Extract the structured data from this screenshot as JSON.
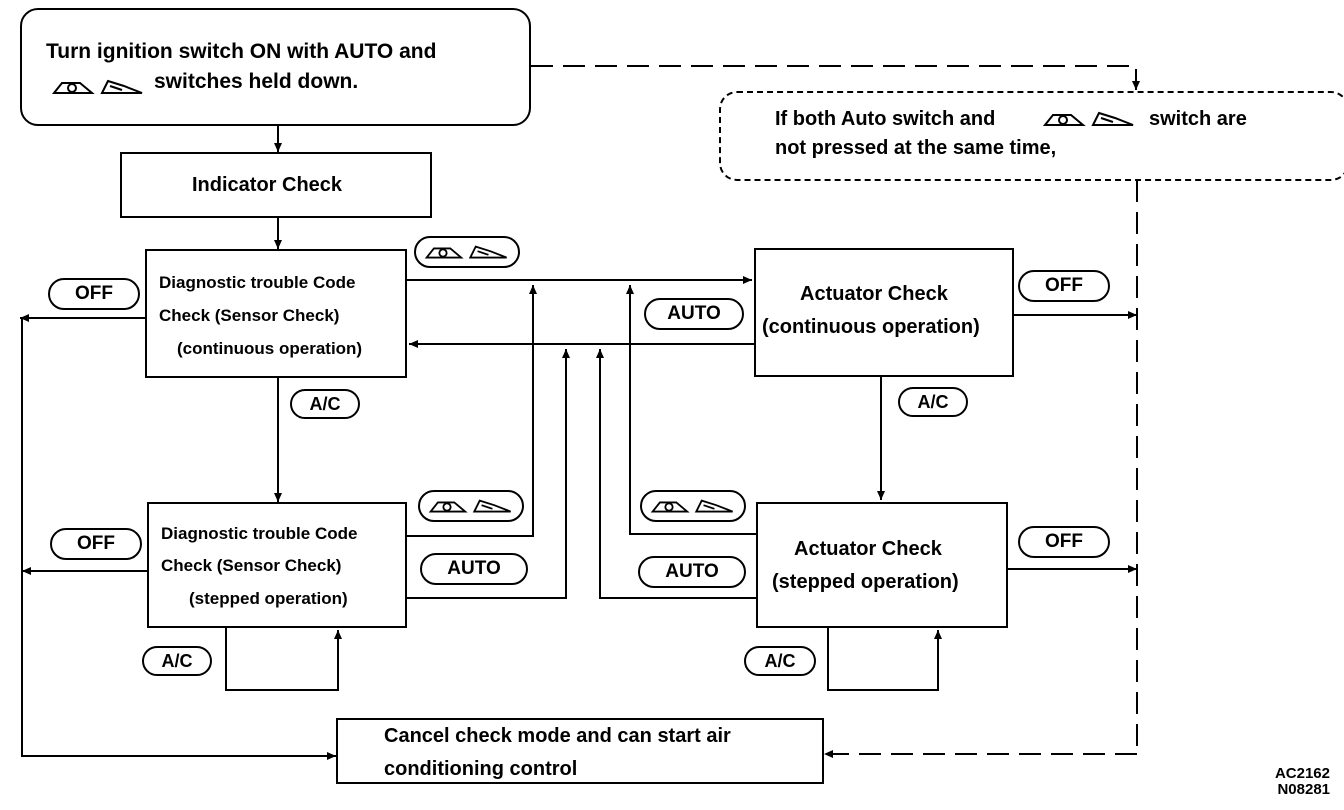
{
  "nodes": {
    "start": {
      "line1": "Turn ignition switch ON with AUTO and",
      "line2": "switches held down."
    },
    "note": {
      "line1": "If both Auto switch and",
      "line1b": "switch are",
      "line2": "not pressed at the same time,"
    },
    "indicator": {
      "label": "Indicator Check"
    },
    "dtc_cont": {
      "line1": "Diagnostic trouble Code",
      "line2": "Check (Sensor Check)",
      "line3": "(continuous operation)"
    },
    "dtc_step": {
      "line1": "Diagnostic trouble Code",
      "line2": "Check (Sensor Check)",
      "line3": "(stepped operation)"
    },
    "act_cont": {
      "line1": "Actuator Check",
      "line2": "(continuous operation)"
    },
    "act_step": {
      "line1": "Actuator Check",
      "line2": "(stepped operation)"
    },
    "cancel": {
      "line1": "Cancel check mode and can start air",
      "line2": "conditioning control"
    }
  },
  "buttons": {
    "off": "OFF",
    "auto": "AUTO",
    "ac": "A/C"
  },
  "icons": {
    "fan_switch": "fan-mode-switch-icon"
  },
  "figure_code": {
    "line1": "AC2162",
    "line2": "N08281"
  }
}
